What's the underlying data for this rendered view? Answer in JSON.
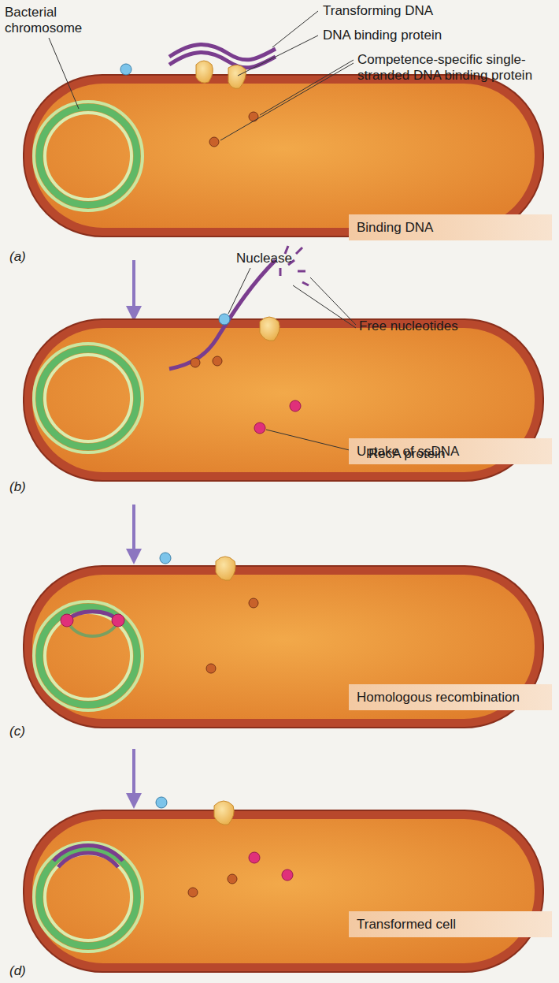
{
  "diagram": {
    "nodes": [
      {
        "text": [
          "Binding DNA"
        ]
      },
      {
        "text": [
          "Uptake of ssDNA"
        ]
      },
      {
        "text": [
          "Homologous recombination"
        ]
      },
      {
        "text": [
          "Transformed cell"
        ]
      }
    ],
    "labels": [
      "Bacterial chromosome",
      "Transforming DNA",
      "DNA binding protein",
      "Competence-specific single-stranded DNA binding protein",
      "(a)",
      "Nuclease",
      "Free nucleotides",
      "RecA protein",
      "(b)",
      "(c)",
      "(d)"
    ]
  }
}
